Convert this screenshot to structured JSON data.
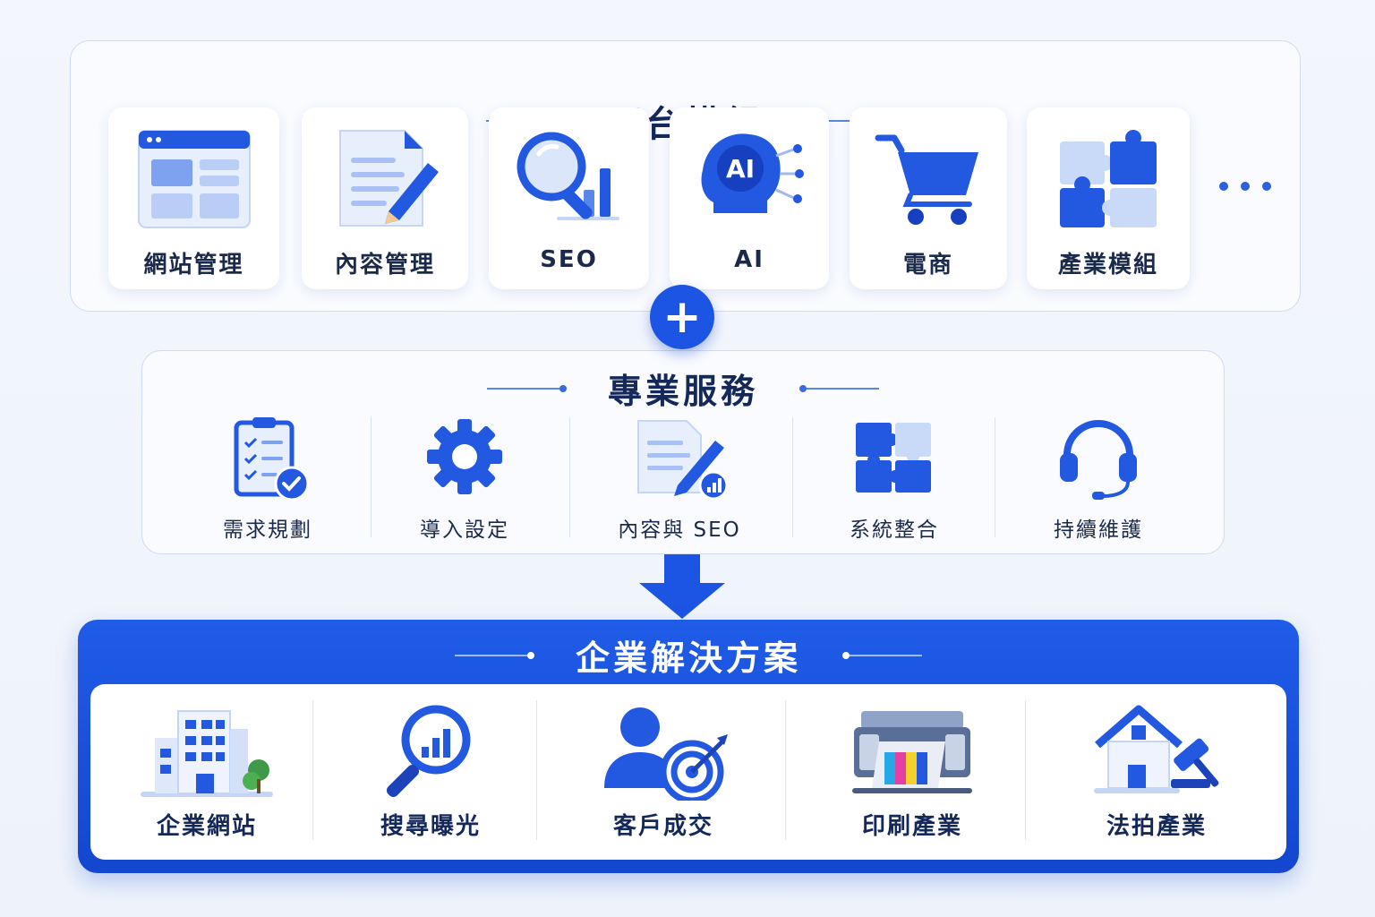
{
  "colors": {
    "accent": "#1c55e3",
    "accent_dark": "#1446cf",
    "text": "#1b2a4a",
    "panel_border": "#cfdcf2"
  },
  "platform": {
    "title": "平台模組",
    "modules": [
      {
        "label": "網站管理",
        "icon": "browser-window-icon"
      },
      {
        "label": "內容管理",
        "icon": "document-edit-icon"
      },
      {
        "label": "SEO",
        "icon": "magnifier-chart-icon"
      },
      {
        "label": "AI",
        "icon": "ai-head-icon"
      },
      {
        "label": "電商",
        "icon": "shopping-cart-icon"
      },
      {
        "label": "產業模組",
        "icon": "puzzle-icon"
      }
    ],
    "more_icon": "more-dots-icon"
  },
  "connector": {
    "plus_symbol": "+"
  },
  "services": {
    "title": "專業服務",
    "items": [
      {
        "label": "需求規劃",
        "icon": "checklist-clipboard-icon"
      },
      {
        "label": "導入設定",
        "icon": "gear-icon"
      },
      {
        "label": "內容與 SEO",
        "icon": "document-pen-icon"
      },
      {
        "label": "系統整合",
        "icon": "puzzle-icon"
      },
      {
        "label": "持續維護",
        "icon": "headset-icon"
      }
    ]
  },
  "solutions": {
    "title": "企業解決方案",
    "items": [
      {
        "label": "企業網站",
        "icon": "office-building-icon"
      },
      {
        "label": "搜尋曝光",
        "icon": "search-growth-icon"
      },
      {
        "label": "客戶成交",
        "icon": "person-target-icon"
      },
      {
        "label": "印刷產業",
        "icon": "printer-icon"
      },
      {
        "label": "法拍產業",
        "icon": "house-gavel-icon"
      }
    ]
  }
}
